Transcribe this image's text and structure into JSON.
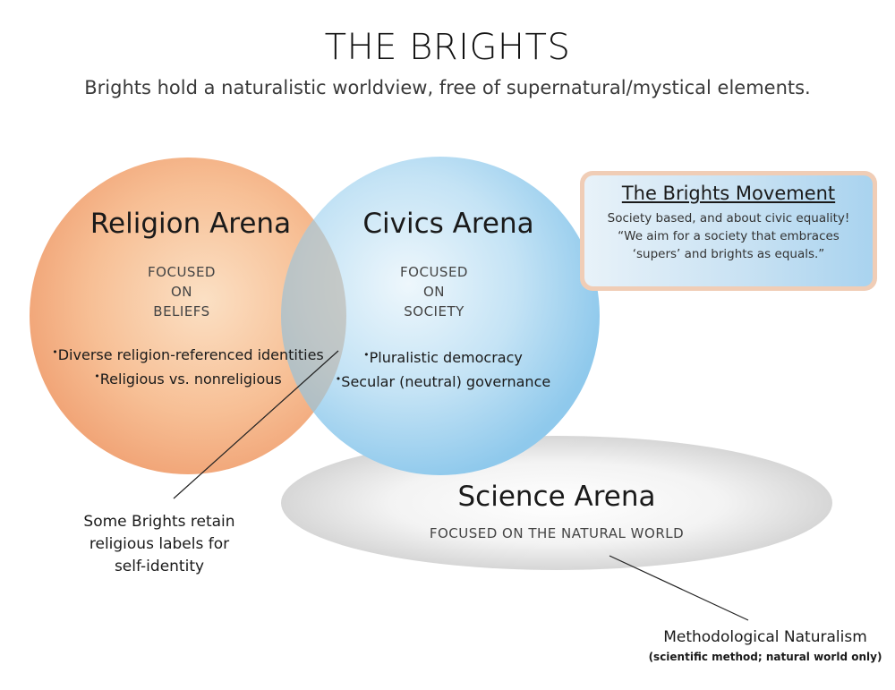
{
  "header": {
    "title": "THE BRIGHTS",
    "subtitle": "Brights hold a naturalistic worldview, free of supernatural/mystical elements."
  },
  "religion": {
    "title": "Religion Arena",
    "focus": [
      "FOCUSED",
      "ON",
      "BELIEFS"
    ],
    "bullets": [
      "Diverse religion-referenced identities",
      "Religious vs. nonreligious"
    ]
  },
  "civics": {
    "title": "Civics Arena",
    "focus": [
      "FOCUSED",
      "ON",
      "SOCIETY"
    ],
    "bullets": [
      "Pluralistic democracy",
      "Secular (neutral) governance"
    ]
  },
  "science": {
    "title": "Science Arena",
    "focus": "FOCUSED ON THE NATURAL WORLD"
  },
  "movement": {
    "title": "The Brights Movement",
    "lines": [
      "Society based, and about civic equality!",
      "“We aim for a society that embraces",
      "‘supers’ and brights as equals.”"
    ]
  },
  "callouts": {
    "self_identity": [
      "Some Brights retain",
      "religious labels for",
      "self-identity"
    ],
    "methodology_title": "Methodological Naturalism",
    "methodology_sub": "(scientific method; natural world only)"
  },
  "colors": {
    "religion": "#f3a77a",
    "civics": "#9fd0ee",
    "science": "#d9d9d9",
    "movement_border": "#f0cdb6"
  }
}
